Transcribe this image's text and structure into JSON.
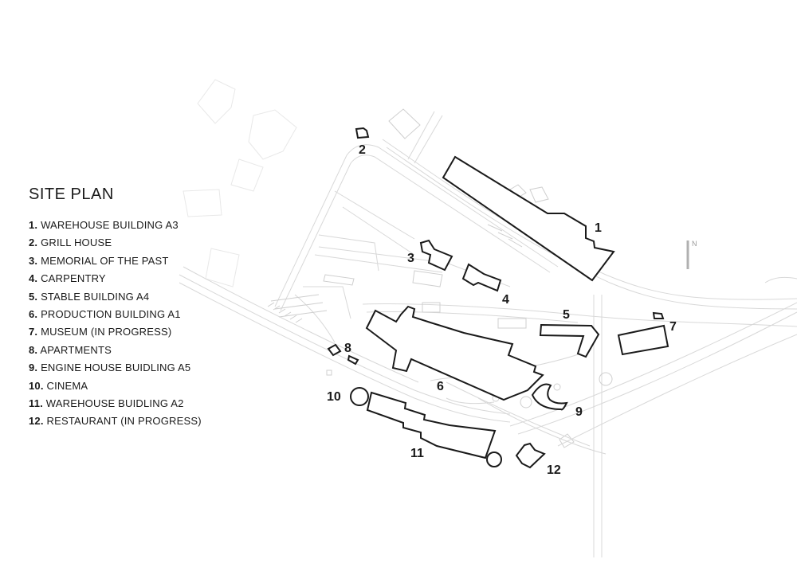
{
  "title": "SITE PLAN",
  "legend": [
    {
      "num": "1.",
      "name": "WAREHOUSE BUILDING A3"
    },
    {
      "num": "2.",
      "name": "GRILL HOUSE"
    },
    {
      "num": "3.",
      "name": "MEMORIAL OF THE PAST"
    },
    {
      "num": "4.",
      "name": "CARPENTRY"
    },
    {
      "num": "5.",
      "name": "STABLE BUILDING A4"
    },
    {
      "num": "6.",
      "name": "PRODUCTION BUILDING A1"
    },
    {
      "num": "7.",
      "name": "MUSEUM (IN PROGRESS)"
    },
    {
      "num": "8.",
      "name": "APARTMENTS"
    },
    {
      "num": "9.",
      "name": "ENGINE HOUSE BUIDLING A5"
    },
    {
      "num": "10.",
      "name": "CINEMA"
    },
    {
      "num": "11.",
      "name": "WAREHOUSE BUIDLING A2"
    },
    {
      "num": "12.",
      "name": "RESTAURANT (IN PROGRESS)"
    }
  ],
  "map_labels": [
    "1",
    "2",
    "3",
    "4",
    "5",
    "6",
    "7",
    "8",
    "9",
    "10",
    "11",
    "12"
  ],
  "north": {
    "label": "N"
  }
}
